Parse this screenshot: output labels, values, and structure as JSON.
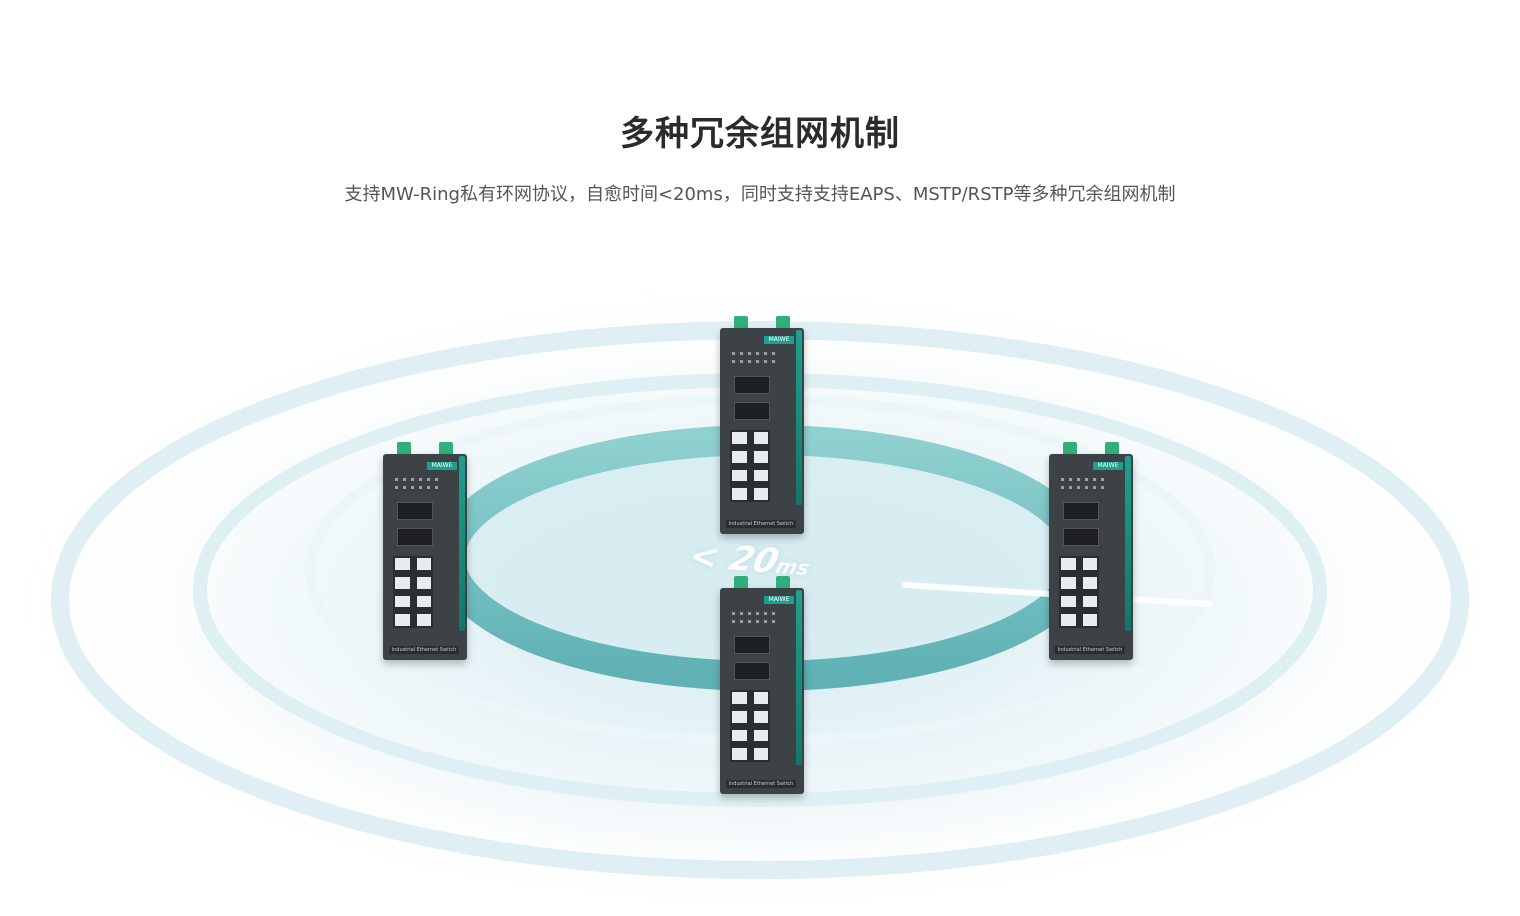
{
  "section": {
    "title": "多种冗余组网机制",
    "description": "支持MW-Ring私有环网协议，自愈时间<20ms，同时支持支持EAPS、MSTP/RSTP等多种冗余组网机制"
  },
  "ring": {
    "label_value": "< 20",
    "label_unit": "ms",
    "color": "#7fc3c5"
  },
  "switches": [
    {
      "brand": "MAIWE",
      "plate": "Industrial Ethernet Switch"
    },
    {
      "brand": "MAIWE",
      "plate": "Industrial Ethernet Switch"
    },
    {
      "brand": "MAIWE",
      "plate": "Industrial Ethernet Switch"
    },
    {
      "brand": "MAIWE",
      "plate": "Industrial Ethernet Switch"
    }
  ],
  "colors": {
    "title": "#2b2b2b",
    "description": "#555555",
    "accent": "#1fa08e"
  },
  "icons": {
    "device": "industrial-ethernet-switch-icon"
  }
}
